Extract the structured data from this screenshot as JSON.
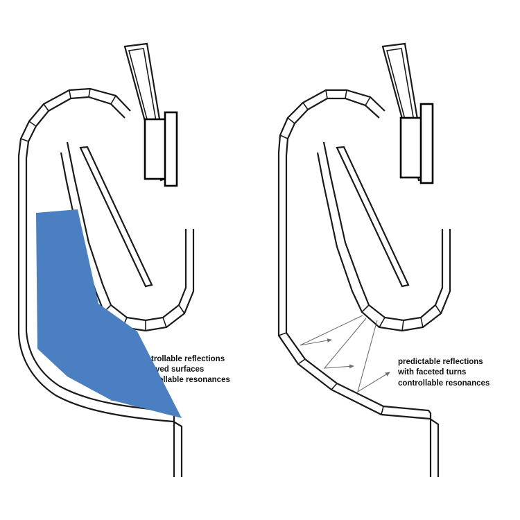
{
  "left_panel": {
    "caption_lines": [
      "ntrollable  reflections",
      "ved surfaces",
      "ntrollable resonances"
    ]
  },
  "right_panel": {
    "caption_lines": [
      "predictable reflections",
      "with faceted turns",
      "controllable resonances"
    ]
  },
  "colors": {
    "overlay_blue": "#4a7fc1",
    "line": "#1a1a1a",
    "ray": "#6e6e6e"
  }
}
